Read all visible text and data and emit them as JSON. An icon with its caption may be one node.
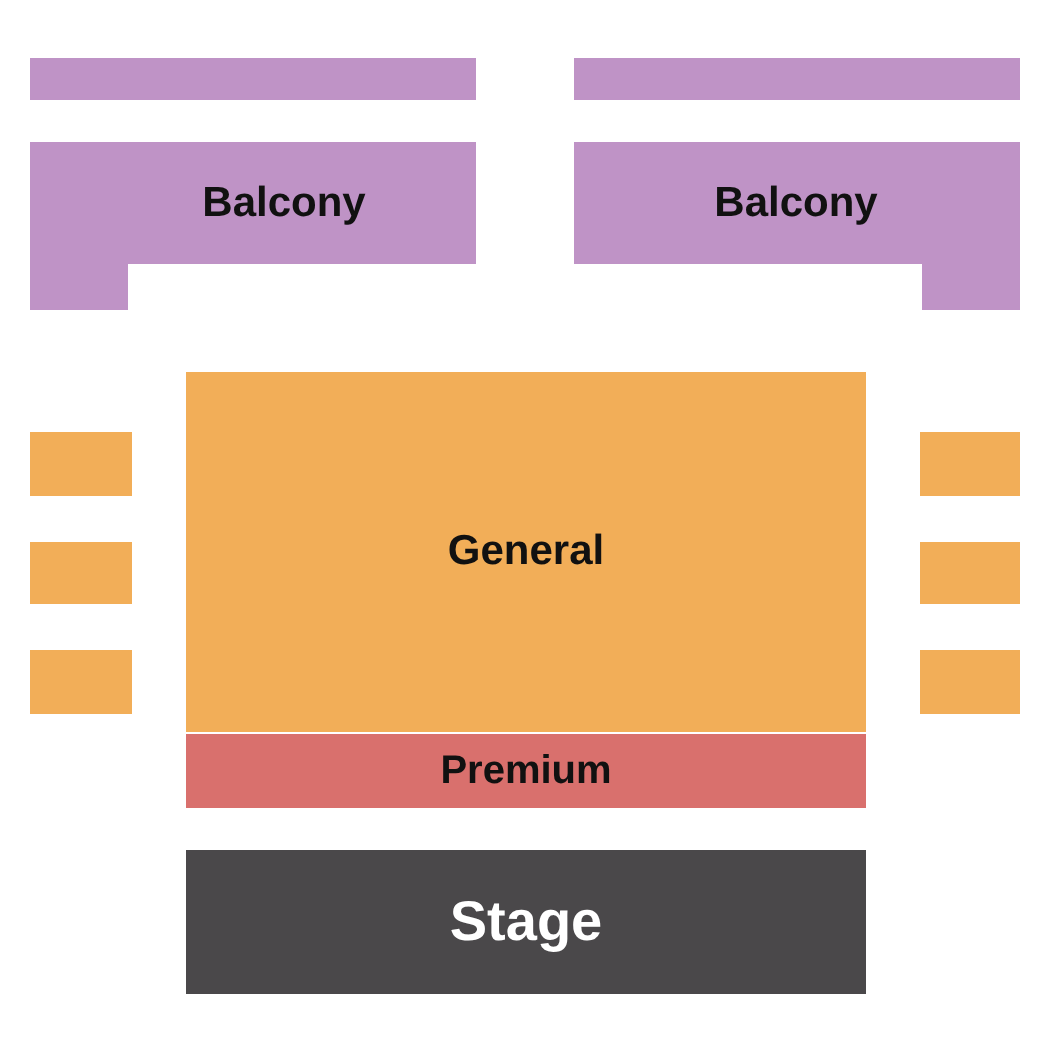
{
  "diagram": {
    "nodes": [
      {
        "text": [],
        "shape": "box"
      },
      {
        "text": [],
        "shape": "box"
      },
      {
        "text": [
          "Balcony"
        ]
      },
      {
        "text": [
          "Balcony"
        ]
      },
      {
        "text": [],
        "shape": "box"
      },
      {
        "text": [
          "General"
        ]
      },
      {
        "text": [],
        "shape": "box"
      },
      {
        "text": [],
        "shape": "box"
      },
      {
        "text": [],
        "shape": "box"
      },
      {
        "text": [],
        "shape": "box"
      },
      {
        "text": [],
        "shape": "box"
      },
      {
        "text": [
          "Premium"
        ]
      },
      {
        "text": [
          "Stage"
        ]
      }
    ]
  }
}
